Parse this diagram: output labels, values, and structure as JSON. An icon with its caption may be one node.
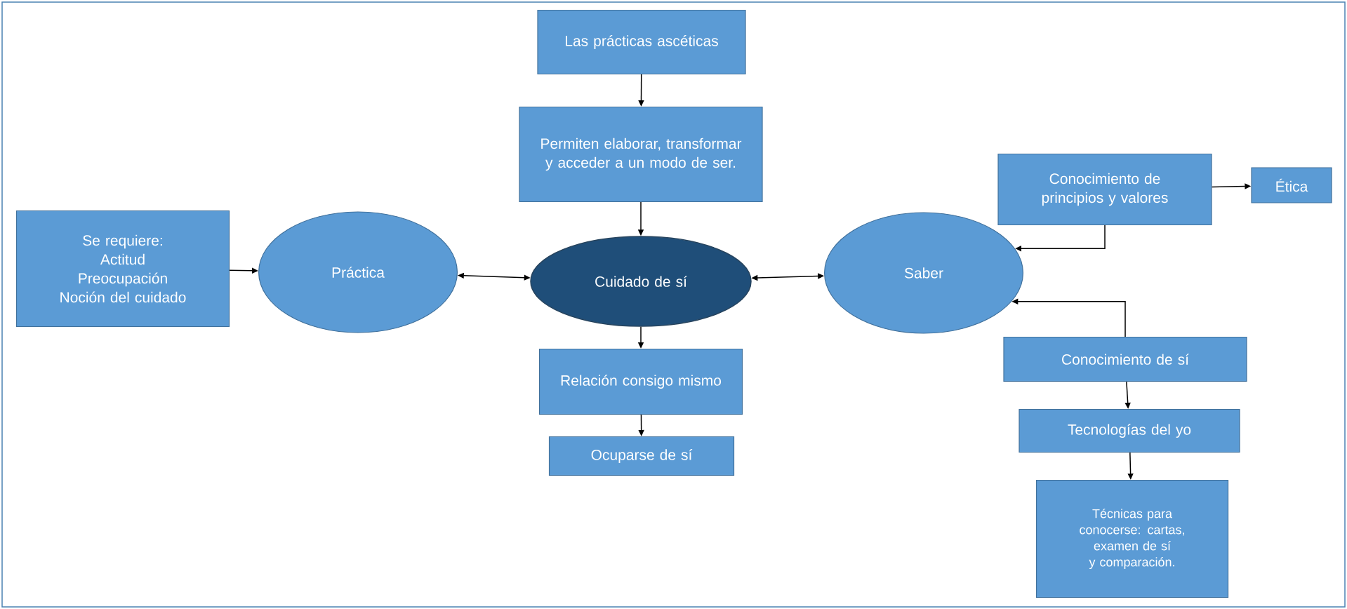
{
  "diagram": {
    "nodes": [
      {
        "text": [
          "Las prácticas ascéticas"
        ]
      },
      {
        "text": [
          "Permiten elaborar, transformar y acceder a un modo de ser."
        ]
      },
      {
        "text": [
          "Se requiere:",
          "Actitud",
          "Preocupación",
          "Noción del cuidado"
        ]
      },
      {
        "text": [
          "Práctica"
        ]
      },
      {
        "text": [
          "Cuidado de sí"
        ]
      },
      {
        "text": [
          "Saber"
        ]
      },
      {
        "text": [
          "Conocimiento de principios y valores"
        ]
      },
      {
        "text": [
          "Ética"
        ]
      },
      {
        "text": [
          "Relación consigo mismo"
        ]
      },
      {
        "text": [
          "Ocuparse de sí"
        ]
      },
      {
        "text": [
          "Conocimiento de sí"
        ]
      },
      {
        "text": [
          "Tecnologías del yo"
        ]
      },
      {
        "text": [
          "Técnicas para conocerse: cartas, examen de sí y comparación."
        ]
      }
    ],
    "edges": [
      {
        "from": 0,
        "to": 1,
        "arrow": "to"
      },
      {
        "from": 1,
        "to": 4,
        "arrow": "to"
      },
      {
        "from": 2,
        "to": 3,
        "arrow": "to"
      },
      {
        "from": 3,
        "to": 4,
        "arrow": "both"
      },
      {
        "from": 4,
        "to": 5,
        "arrow": "both"
      },
      {
        "from": 6,
        "to": 7,
        "arrow": "to"
      },
      {
        "from": 6,
        "to": 5,
        "arrow": "to"
      },
      {
        "from": 10,
        "to": 5,
        "arrow": "to"
      },
      {
        "from": 4,
        "to": 8,
        "arrow": "to"
      },
      {
        "from": 8,
        "to": 9,
        "arrow": "to"
      },
      {
        "from": 10,
        "to": 11,
        "arrow": "to"
      },
      {
        "from": 11,
        "to": 12,
        "arrow": "to"
      }
    ]
  }
}
